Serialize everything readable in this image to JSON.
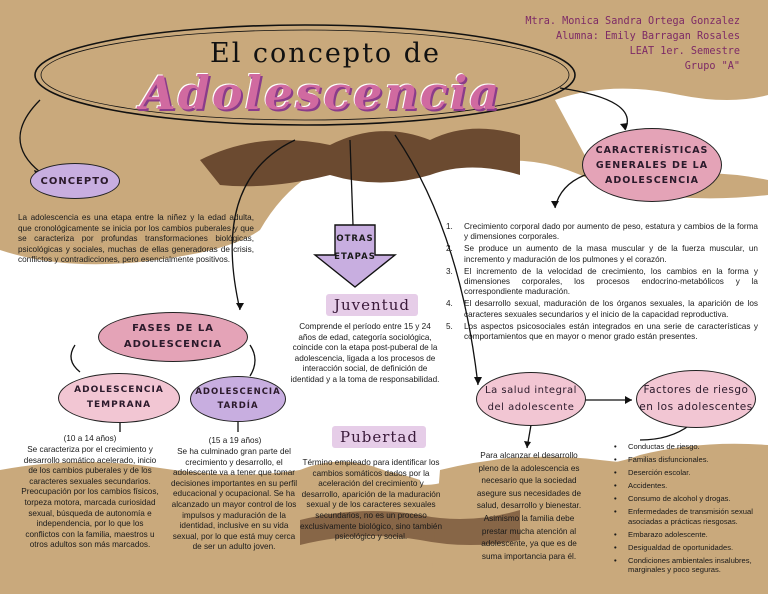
{
  "authors": {
    "teacher": "Mtra. Monica Sandra Ortega Gonzalez",
    "student": "Alumna: Emily Barragan Rosales",
    "semester": "LEAT 1er. Semestre",
    "group": "Grupo \"A\""
  },
  "title": {
    "line1": "El concepto de",
    "line2": "Adolescencia"
  },
  "concepto": {
    "label": "CONCEPTO",
    "text": "La adolescencia es una etapa entre la niñez y la edad adulta, que cronológicamente se inicia por los cambios puberales y que se caracteriza por profundas transformaciones biológicas, psicológicas y sociales, muchas de ellas generadoras de crisis, conflictos y contradicciones, pero esencialmente positivos."
  },
  "caracteristicas": {
    "label_l1": "CARACTERÍSTICAS",
    "label_l2": "GENERALES DE LA",
    "label_l3": "ADOLESCENCIA",
    "items": [
      {
        "n": "1.",
        "t": "Crecimiento corporal dado por aumento de peso, estatura y cambios de la forma y dimensiones corporales."
      },
      {
        "n": "2.",
        "t": "Se produce un aumento de la masa muscular y de la fuerza muscular, un incremento y maduración de los pulmones y el corazón."
      },
      {
        "n": "3.",
        "t": "El incremento de la velocidad de crecimiento, los cambios en la forma y dimensiones corporales, los procesos endocrino-metabólicos y la correspondiente maduración."
      },
      {
        "n": "4.",
        "t": "El desarrollo sexual, maduración de los órganos sexuales, la aparición de los caracteres sexuales secundarios y el inicio de la capacidad reproductiva."
      },
      {
        "n": "5.",
        "t": "Los aspectos psicosociales están integrados en una serie de características y comportamientos que en mayor o menor grado están presentes."
      }
    ]
  },
  "otras_etapas": {
    "l1": "OTRAS",
    "l2": "ETAPAS",
    "juventud_label": "Juventud",
    "juventud_text": "Comprende el período entre 15 y 24 años de edad, categoría sociológica, coincide con la etapa post-puberal de la adolescencia, ligada a los procesos de interacción social, de definición de identidad y a la toma de responsabilidad.",
    "pubertad_label": "Pubertad",
    "pubertad_text": "Término empleado para identificar los cambios somáticos dados por la aceleración del crecimiento y desarrollo, aparición de la maduración sexual y de los caracteres sexuales secundarios, no es un proceso exclusivamente biológico, sino también psicológico y social."
  },
  "fases": {
    "l1": "FASES DE LA",
    "l2": "ADOLESCENCIA",
    "temprana": {
      "l1": "ADOLESCENCIA",
      "l2": "TEMPRANA",
      "age": "(10 a 14 años)",
      "text": "Se caracteriza por el crecimiento y desarrollo somático acelerado, inicio de los cambios puberales y de los caracteres sexuales secundarios. Preocupación por los cambios físicos, torpeza motora, marcada curiosidad sexual, búsqueda de autonomía e independencia, por lo que los conflictos con la familia, maestros u otros adultos son más marcados."
    },
    "tardia": {
      "l1": "ADOLESCENCIA",
      "l2": "TARDÍA",
      "age": "(15 a 19 años)",
      "text": "Se ha culminado gran parte del crecimiento y desarrollo, el adolescente va a tener que tomar decisiones importantes en su perfil educacional y ocupacional. Se ha alcanzado un mayor control de los impulsos y maduración de la identidad, inclusive en su vida sexual, por lo que está muy cerca de ser un adulto joven."
    }
  },
  "salud": {
    "l1": "La salud integral",
    "l2": "del adolescente",
    "text": "Para alcanzar el desarrollo pleno de la adolescencia es necesario que la sociedad asegure sus necesidades de salud, desarrollo y bienestar. Asimismo la familia debe prestar mucha atención al adolescente, ya que es de suma importancia para él."
  },
  "riesgo": {
    "l1": "Factores de riesgo",
    "l2": "en los adolescentes",
    "items": [
      "Conductas de riesgo.",
      "Familias disfuncionales.",
      "Deserción escolar.",
      "Accidentes.",
      "Consumo de alcohol y drogas.",
      "Enfermedades de transmisión sexual asociadas a prácticas riesgosas.",
      "Embarazo adolescente.",
      "Desigualdad de oportunidades.",
      "Condiciones ambientales insalubres, marginales y poco seguras."
    ]
  },
  "colors": {
    "kraft": "#c9a97c",
    "dark_paper": "#6b4a30",
    "pink": "#e4a3b7",
    "lavender": "#c8aee0",
    "title_pink": "#d06aa0",
    "author_purple": "#7d2a66"
  }
}
